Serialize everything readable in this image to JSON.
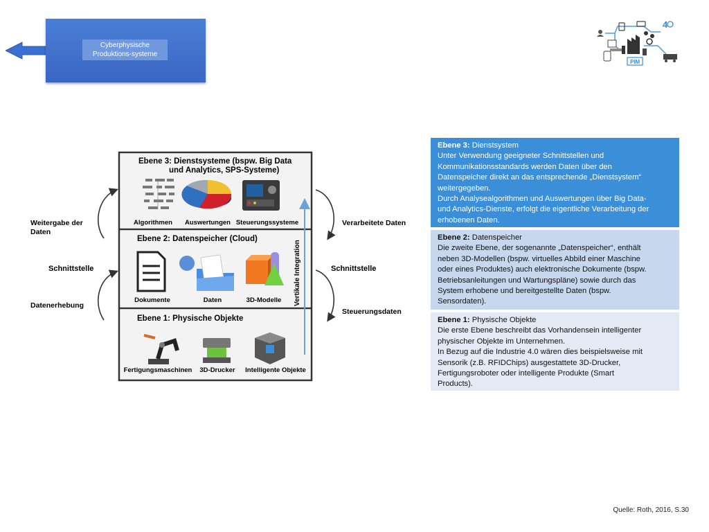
{
  "header": {
    "title": "Cyberphysische Produktions-systeme"
  },
  "diagram": {
    "levels": [
      {
        "title": "Ebene 3: Dienstsysteme (bspw. Big Data und Analytics, SPS-Systeme)",
        "title_line1": "Ebene 3: Dienstsysteme (bspw. Big Data",
        "title_line2": "und Analytics, SPS-Systeme)",
        "items": [
          "Algorithmen",
          "Auswertungen",
          "Steuerungssysteme"
        ]
      },
      {
        "title": "Ebene 2: Datenspeicher (Cloud)",
        "items": [
          "Dokumente",
          "Daten",
          "3D-Modelle"
        ]
      },
      {
        "title": "Ebene 1: Physische Objekte",
        "items": [
          "Fertigungsmaschinen",
          "3D-Drucker",
          "Intelligente Objekte"
        ]
      }
    ],
    "left_labels": {
      "weitergabe_1": "Weitergabe der",
      "weitergabe_2": "Daten",
      "schnittstelle": "Schnittstelle",
      "datenerhebung": "Datenerhebung"
    },
    "right_labels": {
      "verarbeitete": "Verarbeitete Daten",
      "schnittstelle": "Schnittstelle",
      "steuerungsdaten": "Steuerungsdaten"
    },
    "vertical_label": "Vertikale Integration"
  },
  "layers": [
    {
      "heading": "Ebene 3:",
      "name": " Dienstsystem",
      "lines": [
        "Unter Verwendung geeigneter Schnittstellen und",
        "Kommunikationsstandards werden Daten über den",
        "Datenspeicher direkt an das entsprechende „Dienstsystem“",
        "weitergegeben.",
        "Durch Analysealgorithmen und Auswertungen über Big Data-",
        "und Analytics-Dienste, erfolgt die eigentliche Verarbeitung der",
        "erhobenen Daten."
      ]
    },
    {
      "heading": "Ebene 2:",
      "name": " Datenspeicher",
      "lines": [
        "Die zweite Ebene, der sogenannte „Datenspeicher“, enthält",
        "neben 3D-Modellen (bspw. virtuelles Abbild einer Maschine",
        "oder eines Produktes) auch elektronische Dokumente (bspw.",
        "Betriebsanleitungen und Wartungspläne) sowie durch das",
        "System erhobene und bereitgestellte Daten (bspw.",
        "Sensordaten)."
      ]
    },
    {
      "heading": "Ebene 1:",
      "name": " Physische Objekte",
      "lines": [
        "Die erste Ebene beschreibt das Vorhandensein intelligenter",
        "physischer Objekte im Unternehmen.",
        "In Bezug auf die Industrie 4.0 wären dies beispielsweise mit",
        "Sensorik (z.B. RFIDChips) ausgestattete 3D-Drucker,",
        "Fertigungsroboter oder intelligente Produkte (Smart",
        "Products)."
      ]
    }
  ],
  "logo": {
    "badge": "4",
    "label": "PIM"
  },
  "source": "Quelle: Roth, 2016, S.30",
  "colors": {
    "title_box": "#3a66c4",
    "layer3": "#3b8ed8",
    "layer2": "#c6d7ee",
    "layer1": "#e3eaf5"
  }
}
